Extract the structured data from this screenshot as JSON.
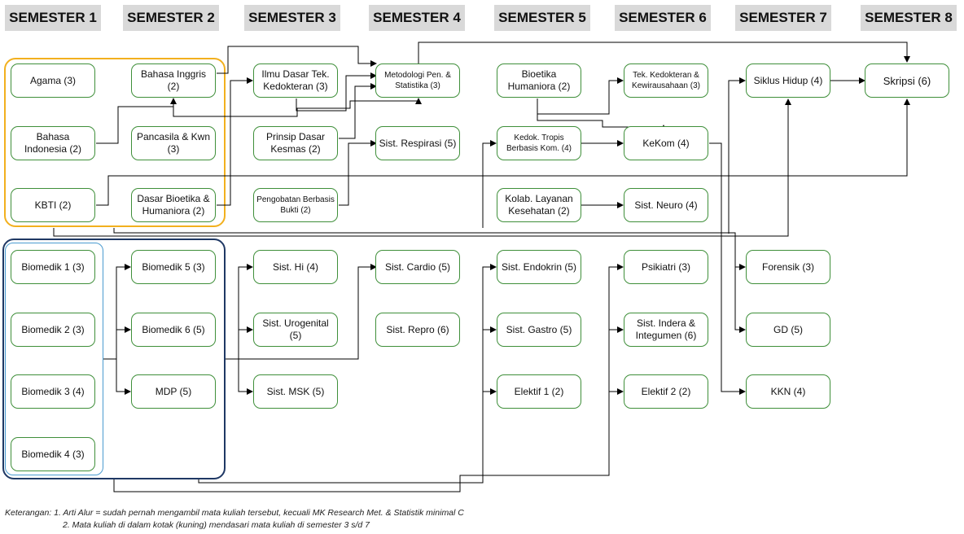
{
  "semesters": [
    "SEMESTER 1",
    "SEMESTER 2",
    "SEMESTER 3",
    "SEMESTER 4",
    "SEMESTER 5",
    "SEMESTER 6",
    "SEMESTER 7",
    "SEMESTER 8"
  ],
  "courses": {
    "agama": "Agama (3)",
    "bahasa_inggris": "Bahasa Inggris (2)",
    "bahasa_indonesia": "Bahasa Indonesia (2)",
    "pancasila": "Pancasila & Kwn (3)",
    "kbti": "KBTI (2)",
    "dasar_bioetika": "Dasar Bioetika & Humaniora (2)",
    "biomedik1": "Biomedik 1 (3)",
    "biomedik2": "Biomedik 2 (3)",
    "biomedik3": "Biomedik 3 (4)",
    "biomedik4": "Biomedik 4 (3)",
    "biomedik5": "Biomedik 5 (3)",
    "biomedik6": "Biomedik 6 (5)",
    "mdp": "MDP (5)",
    "ilmu_dasar": "Ilmu Dasar Tek. Kedokteran (3)",
    "prinsip_dasar": "Prinsip Dasar Kesmas (2)",
    "pengobatan": "Pengobatan Berbasis Bukti (2)",
    "sist_hi": "Sist. Hi (4)",
    "sist_urogenital": "Sist. Urogenital (5)",
    "sist_msk": "Sist. MSK (5)",
    "metodologi": "Metodologi Pen. & Statistika (3)",
    "sist_respirasi": "Sist. Respirasi (5)",
    "sist_cardio": "Sist. Cardio (5)",
    "sist_repro": "Sist. Repro (6)",
    "bioetika_humaniora": "Bioetika Humaniora (2)",
    "kedok_tropis": "Kedok. Tropis Berbasis Kom. (4)",
    "kolab_layanan": "Kolab. Layanan Kesehatan (2)",
    "sist_endokrin": "Sist. Endokrin (5)",
    "sist_gastro": "Sist. Gastro (5)",
    "elektif1": "Elektif 1 (2)",
    "tek_kedokteran": "Tek. Kedokteran & Kewirausahaan (3)",
    "kekom": "KeKom (4)",
    "sist_neuro": "Sist. Neuro (4)",
    "psikiatri": "Psikiatri (3)",
    "sist_indera": "Sist. Indera & Integumen (6)",
    "elektif2": "Elektif 2 (2)",
    "siklus_hidup": "Siklus Hidup (4)",
    "forensik": "Forensik (3)",
    "gd": "GD (5)",
    "kkn": "KKN (4)",
    "skripsi": "Skripsi (6)"
  },
  "colors": {
    "course_border": "#3f8f3a",
    "general_group": "#f2b01e",
    "biomedik_outer": "#1f3864",
    "biomedik_inner": "#4a9bd0",
    "semester_bg": "#d9d9d9",
    "connector": "#000000"
  },
  "notes": {
    "line1": "Keterangan: 1. Arti Alur = sudah pernah mengambil mata kuliah tersebut, kecuali MK Research Met. & Statistik minimal C",
    "line2": "2. Mata kuliah di dalam kotak (kuning) mendasari mata kuliah di semester 3 s/d 7"
  }
}
